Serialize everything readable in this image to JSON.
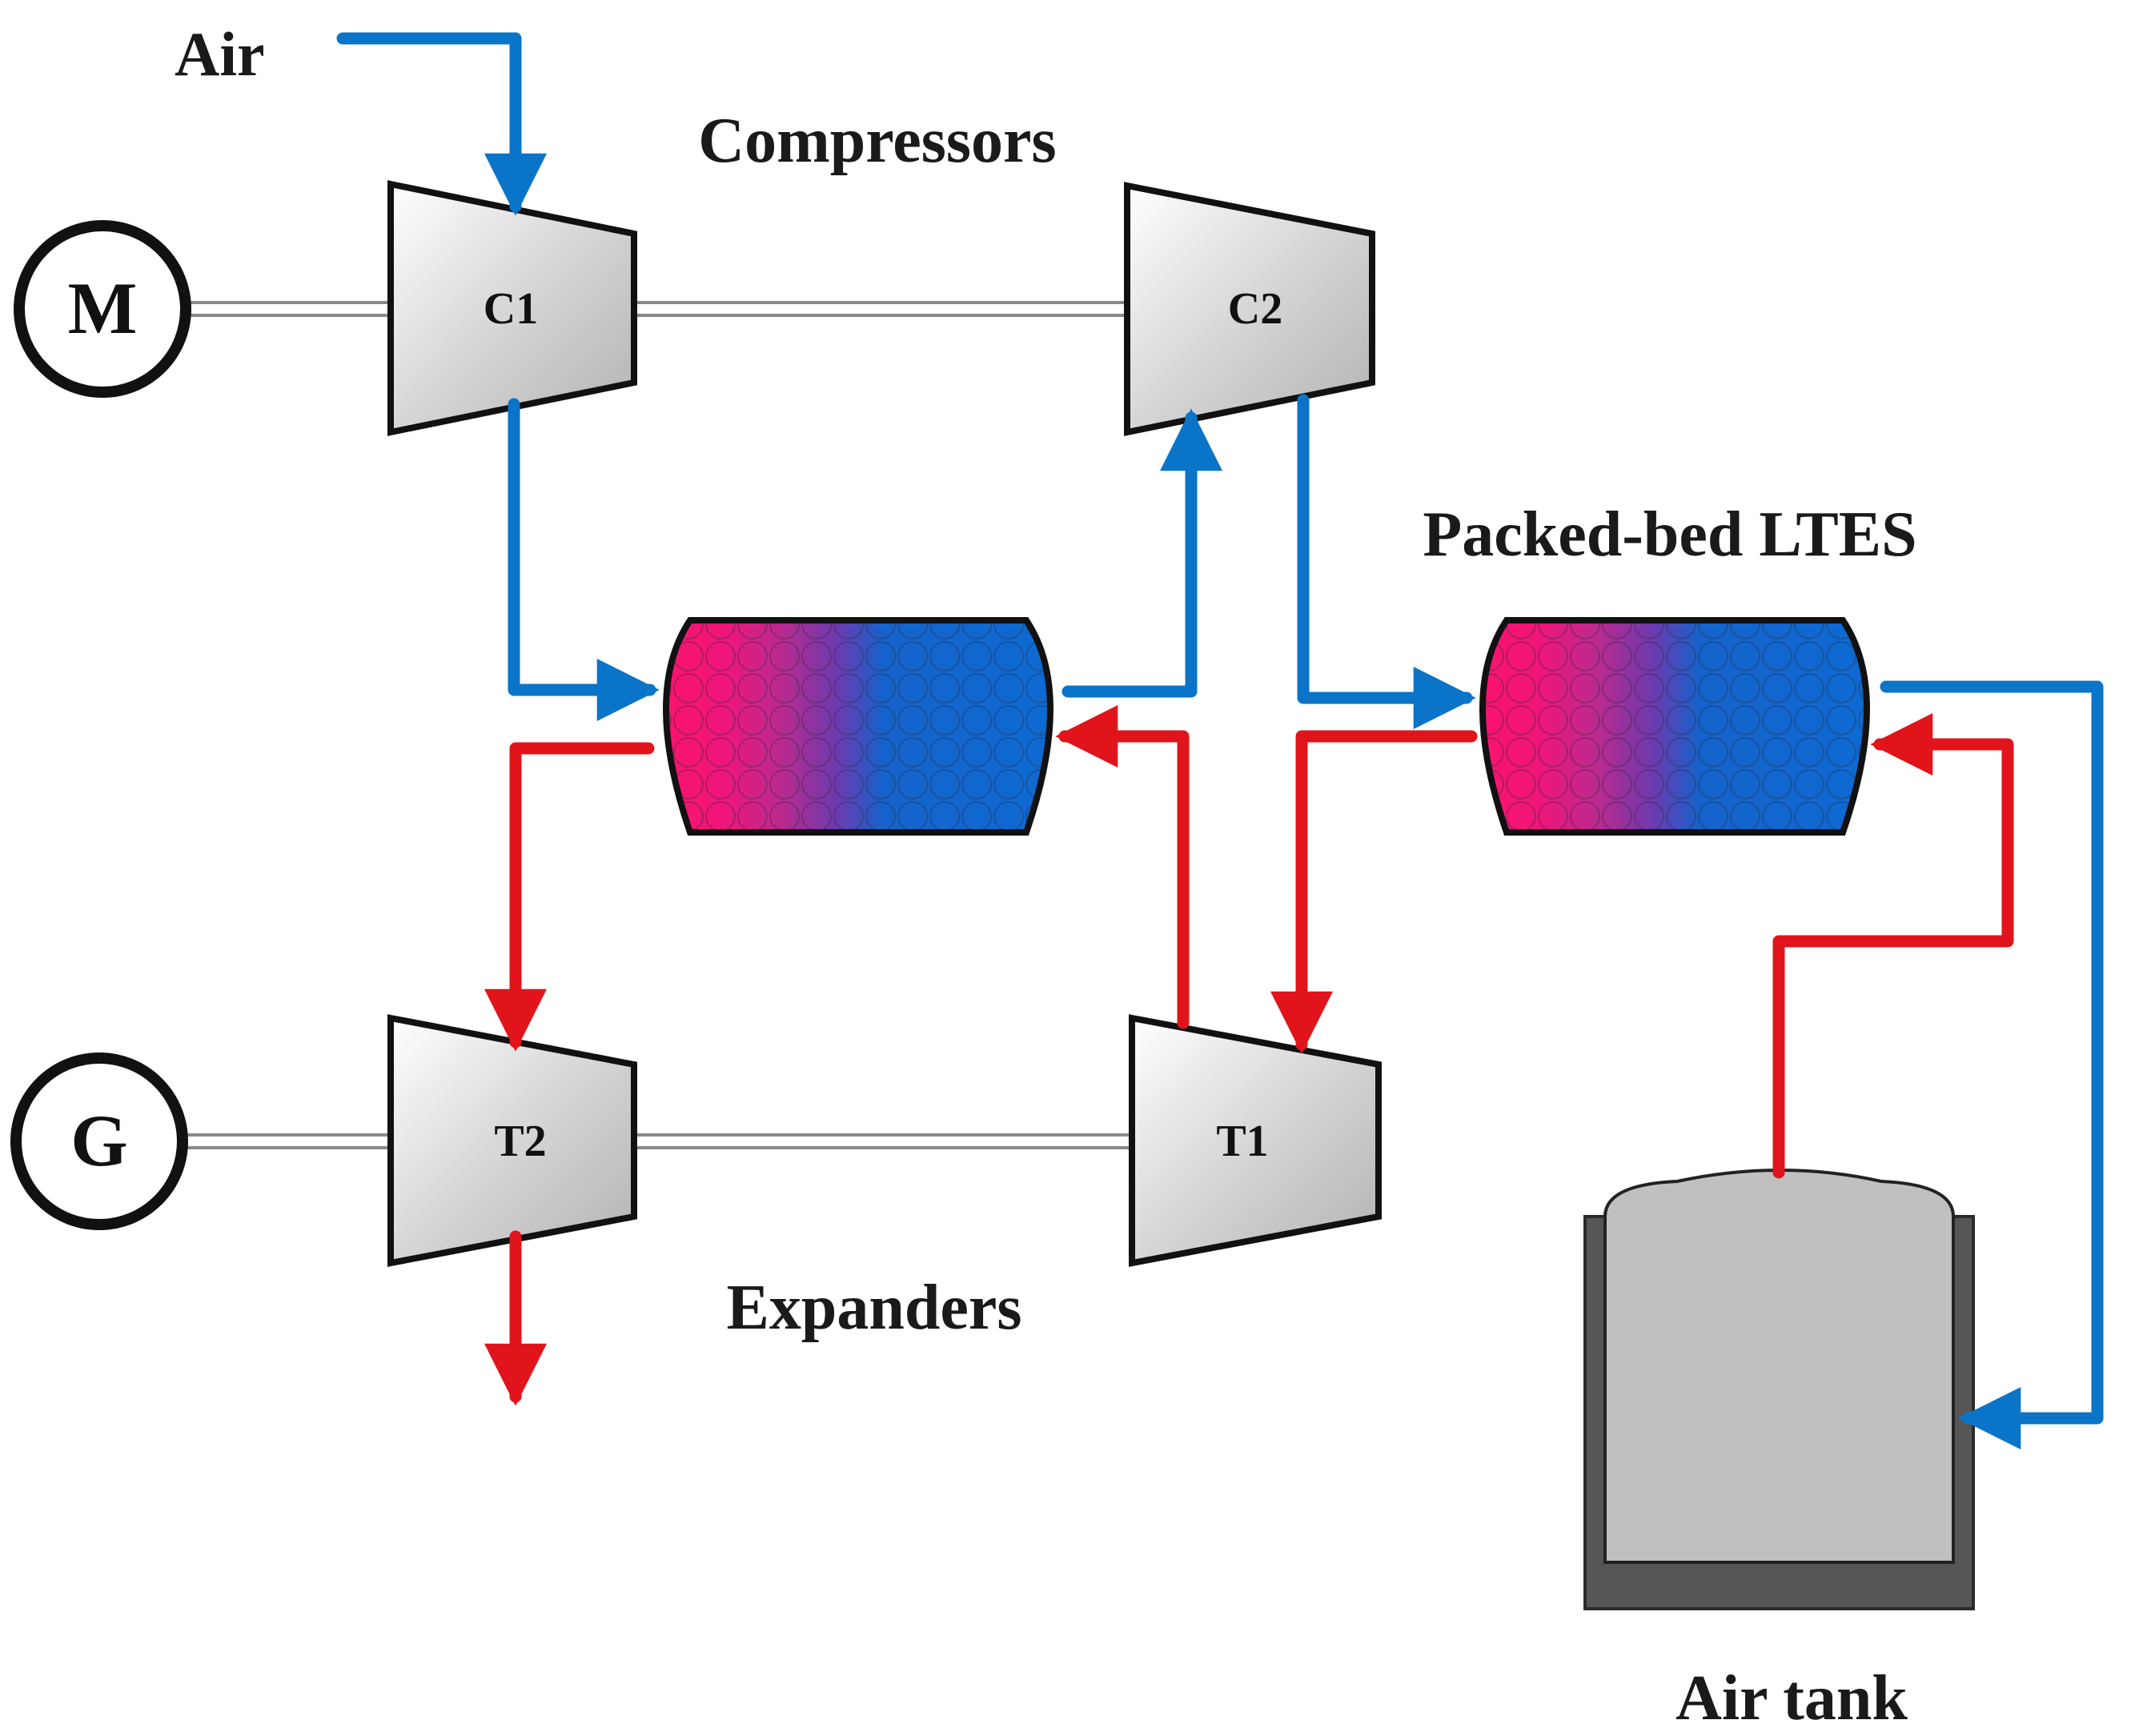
{
  "labels": {
    "air_inlet": "Air",
    "compressors": "Compressors",
    "packed_bed": "Packed-bed LTES",
    "expanders": "Expanders",
    "air_tank": "Air tank"
  },
  "units": {
    "motor": "M",
    "generator": "G",
    "c1": "C1",
    "c2": "C2",
    "t1": "T1",
    "t2": "T2"
  },
  "colors": {
    "cold_flow": "#0a74c8",
    "hot_flow": "#e0141a",
    "storage_hot": "#ff1466",
    "storage_mid": "#8a3aa6",
    "storage_cold": "#0b6cd4",
    "machine_fill": "#c4c4c4",
    "tank_fill": "#c0c0c0",
    "tank_base": "#555555"
  }
}
